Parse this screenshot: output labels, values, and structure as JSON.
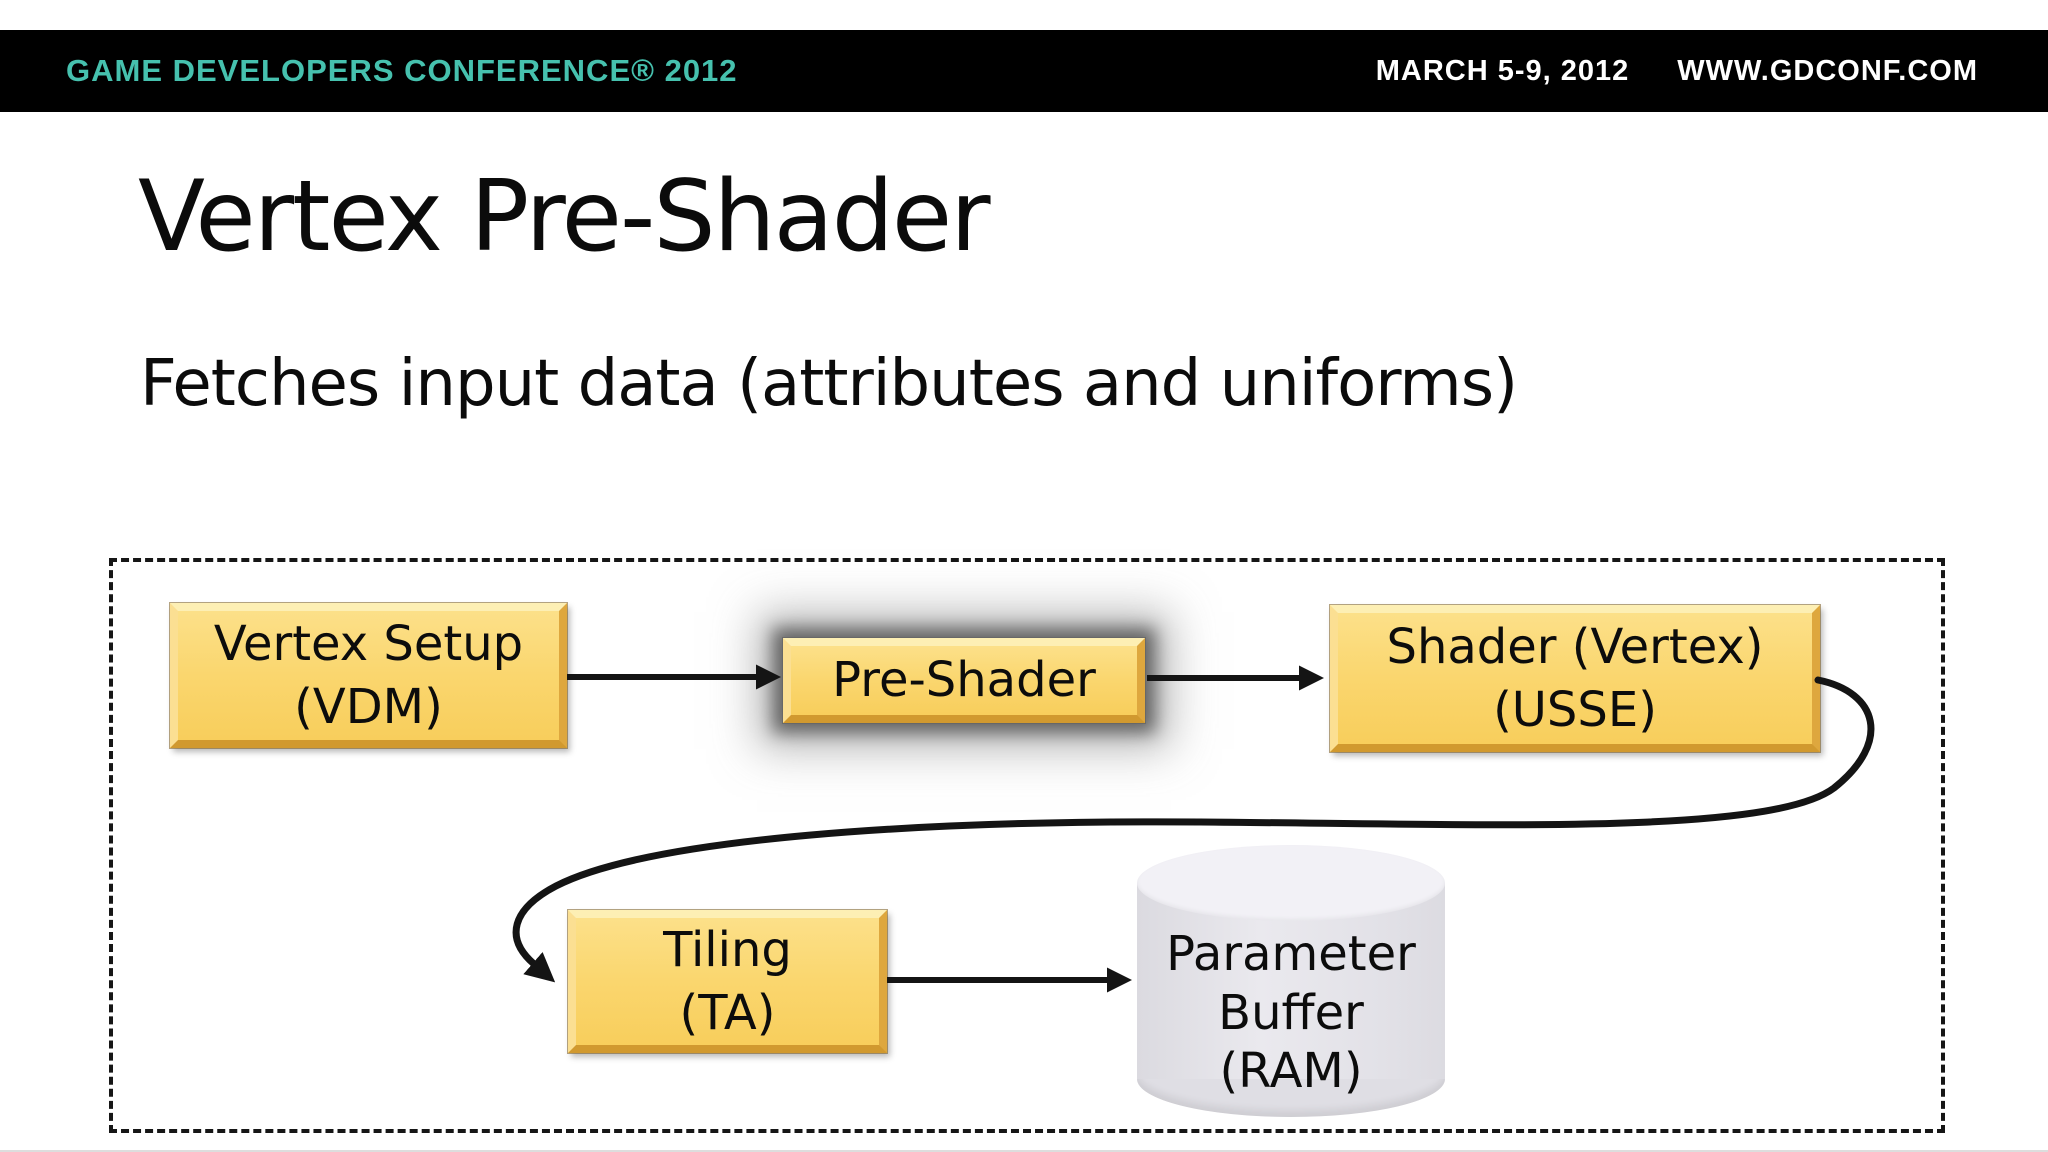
{
  "header": {
    "conference": "GAME DEVELOPERS CONFERENCE® 2012",
    "dates": "MARCH 5-9, 2012",
    "website": "WWW.GDCONF.COM",
    "bar_color": "#000000",
    "brand_color": "#46C1AE"
  },
  "slide": {
    "title": "Vertex Pre-Shader",
    "subtitle": "Fetches input data (attributes and uniforms)"
  },
  "diagram": {
    "nodes": {
      "vertex_setup": {
        "line1": "Vertex Setup",
        "line2": "(VDM)",
        "shape": "box"
      },
      "pre_shader": {
        "line1": "Pre-Shader",
        "shape": "box",
        "highlighted": true
      },
      "shader": {
        "line1": "Shader (Vertex)",
        "line2": "(USSE)",
        "shape": "box"
      },
      "tiling": {
        "line1": "Tiling",
        "line2": "(TA)",
        "shape": "box"
      },
      "parameter_buffer": {
        "line1": "Parameter",
        "line2": "Buffer",
        "line3": "(RAM)",
        "shape": "cylinder"
      }
    },
    "edges": [
      {
        "from": "vertex_setup",
        "to": "pre_shader"
      },
      {
        "from": "pre_shader",
        "to": "shader"
      },
      {
        "from": "shader",
        "to": "tiling"
      },
      {
        "from": "tiling",
        "to": "parameter_buffer"
      }
    ],
    "colors": {
      "node_fill": "#FBD873",
      "node_bevel_dark": "#D1992F",
      "highlight_glow": "#555555",
      "cylinder_fill": "#E4E3E9",
      "connector": "#141414"
    }
  }
}
